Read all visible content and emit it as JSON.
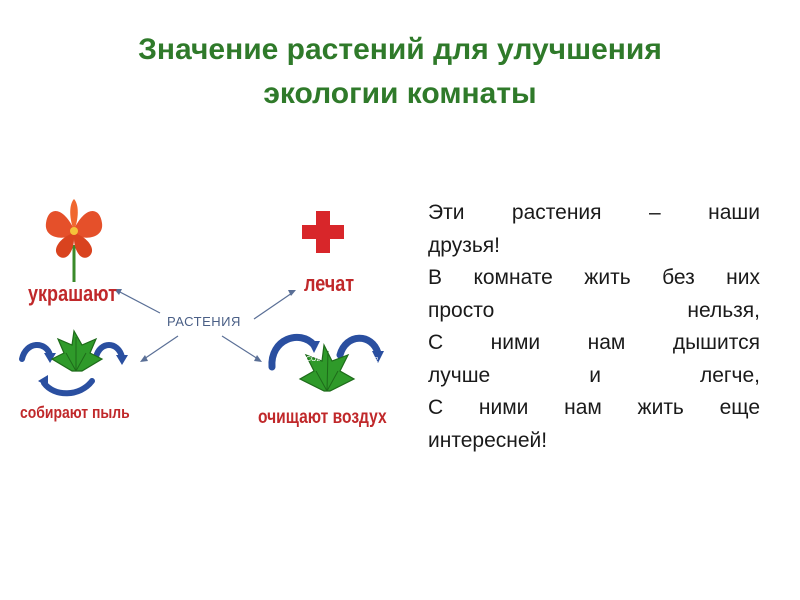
{
  "title": {
    "line1": "Значение растений для улучшения",
    "line2": "экологии комнаты"
  },
  "diagram": {
    "center": "РАСТЕНИЯ",
    "decorate": "украшают",
    "heal": "лечат",
    "dust": "собирают пыль",
    "air": "очищают воздух",
    "co2": "CO2",
    "o2": "O2"
  },
  "text_lines": [
    "Эти растения – наши",
    "друзья!",
    "В комнате жить без них",
    "просто нельзя,",
    "С ними нам дышится",
    "лучше и легче,",
    "С ними нам жить еще",
    "интересней!"
  ],
  "colors": {
    "title": "#2f7a2a",
    "label": "#c0282a",
    "arrow_blue": "#2a4fa0",
    "leaf": "#2f9a2a",
    "cross": "#d8262a",
    "flower": "#e5502a"
  },
  "icons": [
    "flower-icon",
    "red-cross-icon",
    "plant-icon",
    "cycle-arrow-icon"
  ]
}
